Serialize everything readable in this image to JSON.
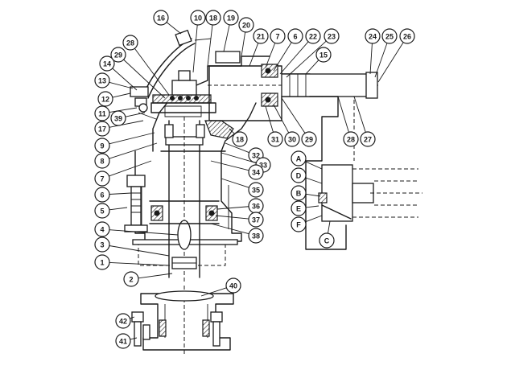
{
  "diagram": {
    "callouts": [
      {
        "id": "c1",
        "label": "1"
      },
      {
        "id": "c2",
        "label": "2"
      },
      {
        "id": "c3",
        "label": "3"
      },
      {
        "id": "c4",
        "label": "4"
      },
      {
        "id": "c5",
        "label": "5"
      },
      {
        "id": "c6",
        "label": "6"
      },
      {
        "id": "c7a",
        "label": "7"
      },
      {
        "id": "c8",
        "label": "8"
      },
      {
        "id": "c9",
        "label": "9"
      },
      {
        "id": "c11",
        "label": "11"
      },
      {
        "id": "c12",
        "label": "12"
      },
      {
        "id": "c13",
        "label": "13"
      },
      {
        "id": "c14",
        "label": "14"
      },
      {
        "id": "c16",
        "label": "16"
      },
      {
        "id": "c17",
        "label": "17"
      },
      {
        "id": "c28",
        "label": "28"
      },
      {
        "id": "c29a",
        "label": "29"
      },
      {
        "id": "c39",
        "label": "39"
      },
      {
        "id": "c10",
        "label": "10"
      },
      {
        "id": "c18a",
        "label": "18"
      },
      {
        "id": "c19",
        "label": "19"
      },
      {
        "id": "c20",
        "label": "20"
      },
      {
        "id": "c21",
        "label": "21"
      },
      {
        "id": "c7b",
        "label": "7"
      },
      {
        "id": "c6b",
        "label": "6"
      },
      {
        "id": "c22",
        "label": "22"
      },
      {
        "id": "c23",
        "label": "23"
      },
      {
        "id": "c15",
        "label": "15"
      },
      {
        "id": "c24",
        "label": "24"
      },
      {
        "id": "c25",
        "label": "25"
      },
      {
        "id": "c26",
        "label": "26"
      },
      {
        "id": "c18b",
        "label": "18"
      },
      {
        "id": "c31",
        "label": "31"
      },
      {
        "id": "c30",
        "label": "30"
      },
      {
        "id": "c29b",
        "label": "29"
      },
      {
        "id": "c28b",
        "label": "28"
      },
      {
        "id": "c27",
        "label": "27"
      },
      {
        "id": "c32",
        "label": "32"
      },
      {
        "id": "c33",
        "label": "33"
      },
      {
        "id": "c34",
        "label": "34"
      },
      {
        "id": "c35",
        "label": "35"
      },
      {
        "id": "c36",
        "label": "36"
      },
      {
        "id": "c37",
        "label": "37"
      },
      {
        "id": "c38",
        "label": "38"
      },
      {
        "id": "c40",
        "label": "40"
      },
      {
        "id": "c41",
        "label": "41"
      },
      {
        "id": "c42",
        "label": "42"
      },
      {
        "id": "cA",
        "label": "A"
      },
      {
        "id": "cB",
        "label": "B"
      },
      {
        "id": "cC",
        "label": "C"
      },
      {
        "id": "cD",
        "label": "D"
      },
      {
        "id": "cE",
        "label": "E"
      },
      {
        "id": "cF",
        "label": "F"
      }
    ]
  }
}
